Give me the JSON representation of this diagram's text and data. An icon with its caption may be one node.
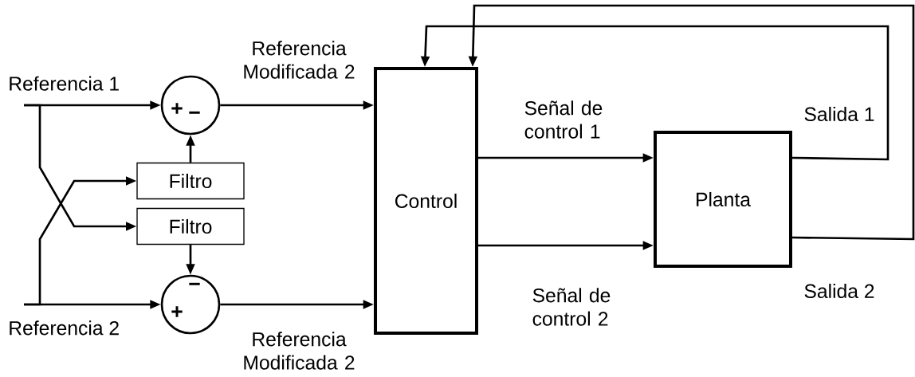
{
  "diagram": {
    "nodes": [
      {
        "text": [
          "Referencia 1"
        ]
      },
      {
        "text": [
          "Referencia 2"
        ]
      },
      {
        "text": [
          "+",
          "−"
        ]
      },
      {
        "text": [
          "−",
          "+"
        ]
      },
      {
        "text": [
          "Filtro"
        ]
      },
      {
        "text": [
          "Filtro"
        ]
      },
      {
        "text": [
          "Control"
        ]
      },
      {
        "text": [
          "Planta"
        ]
      }
    ],
    "edges": [
      {
        "from": 0,
        "to": 2,
        "arrow": "to"
      },
      {
        "from": 0,
        "to": 5,
        "arrow": "to"
      },
      {
        "from": 1,
        "to": 3,
        "arrow": "to"
      },
      {
        "from": 1,
        "to": 4,
        "arrow": "to"
      },
      {
        "from": 4,
        "to": 2,
        "arrow": "to"
      },
      {
        "from": 5,
        "to": 3,
        "arrow": "to"
      },
      {
        "from": 2,
        "to": 6,
        "arrow": "to",
        "label": "Referencia Modificada 2"
      },
      {
        "from": 3,
        "to": 6,
        "arrow": "to",
        "label": "Referencia Modificada 2"
      },
      {
        "from": 6,
        "to": 7,
        "arrow": "to",
        "label": "Señal de control 1"
      },
      {
        "from": 6,
        "to": 7,
        "arrow": "to",
        "label": "Señal de control 2"
      },
      {
        "from": 7,
        "to": 6,
        "arrow": "to",
        "label": "Salida 1"
      },
      {
        "from": 7,
        "to": 6,
        "arrow": "to",
        "label": "Salida 2"
      }
    ]
  }
}
